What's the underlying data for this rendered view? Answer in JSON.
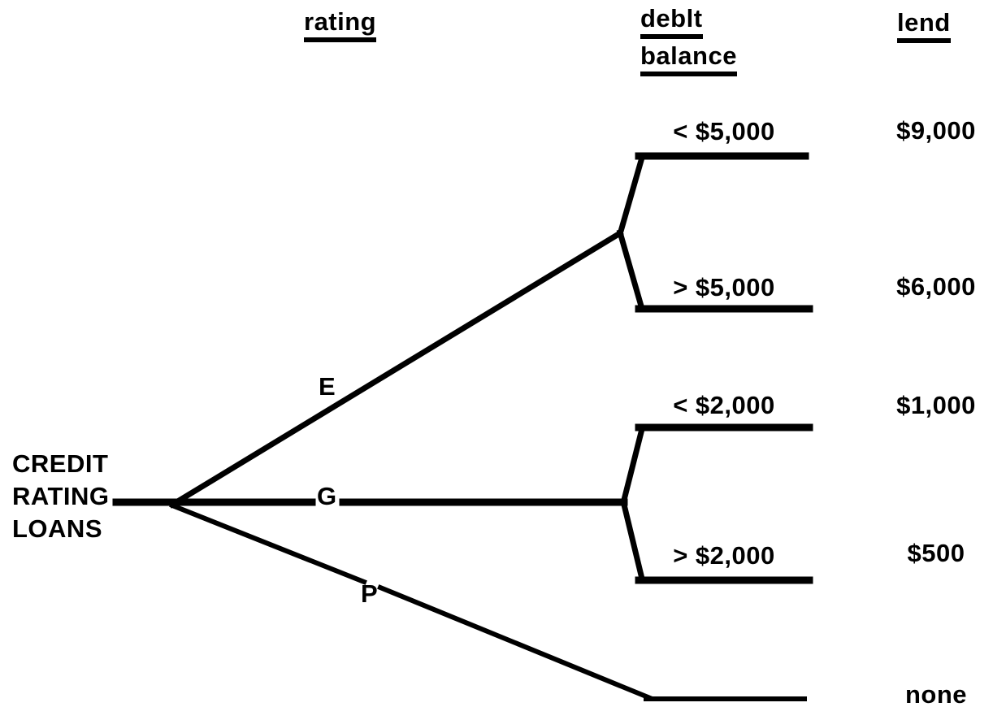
{
  "title": "credit rating loans decision tree",
  "colors": {
    "ink": "#000000",
    "paper": "#ffffff"
  },
  "headers": {
    "rating": "rating",
    "debit_line1": "deblt",
    "debit_line2": "balance",
    "lend": "lend"
  },
  "root": {
    "line1": "CREDIT",
    "line2": "RATING",
    "line3": "LOANS"
  },
  "branches": [
    {
      "rating": "E",
      "outcomes": [
        {
          "balance": "< $5,000",
          "lend": "$9,000"
        },
        {
          "balance": "> $5,000",
          "lend": "$6,000"
        }
      ]
    },
    {
      "rating": "G",
      "outcomes": [
        {
          "balance": "< $2,000",
          "lend": "$1,000"
        },
        {
          "balance": "> $2,000",
          "lend": "$500"
        }
      ]
    },
    {
      "rating": "P",
      "outcomes": [
        {
          "balance": "",
          "lend": "none"
        }
      ]
    }
  ]
}
